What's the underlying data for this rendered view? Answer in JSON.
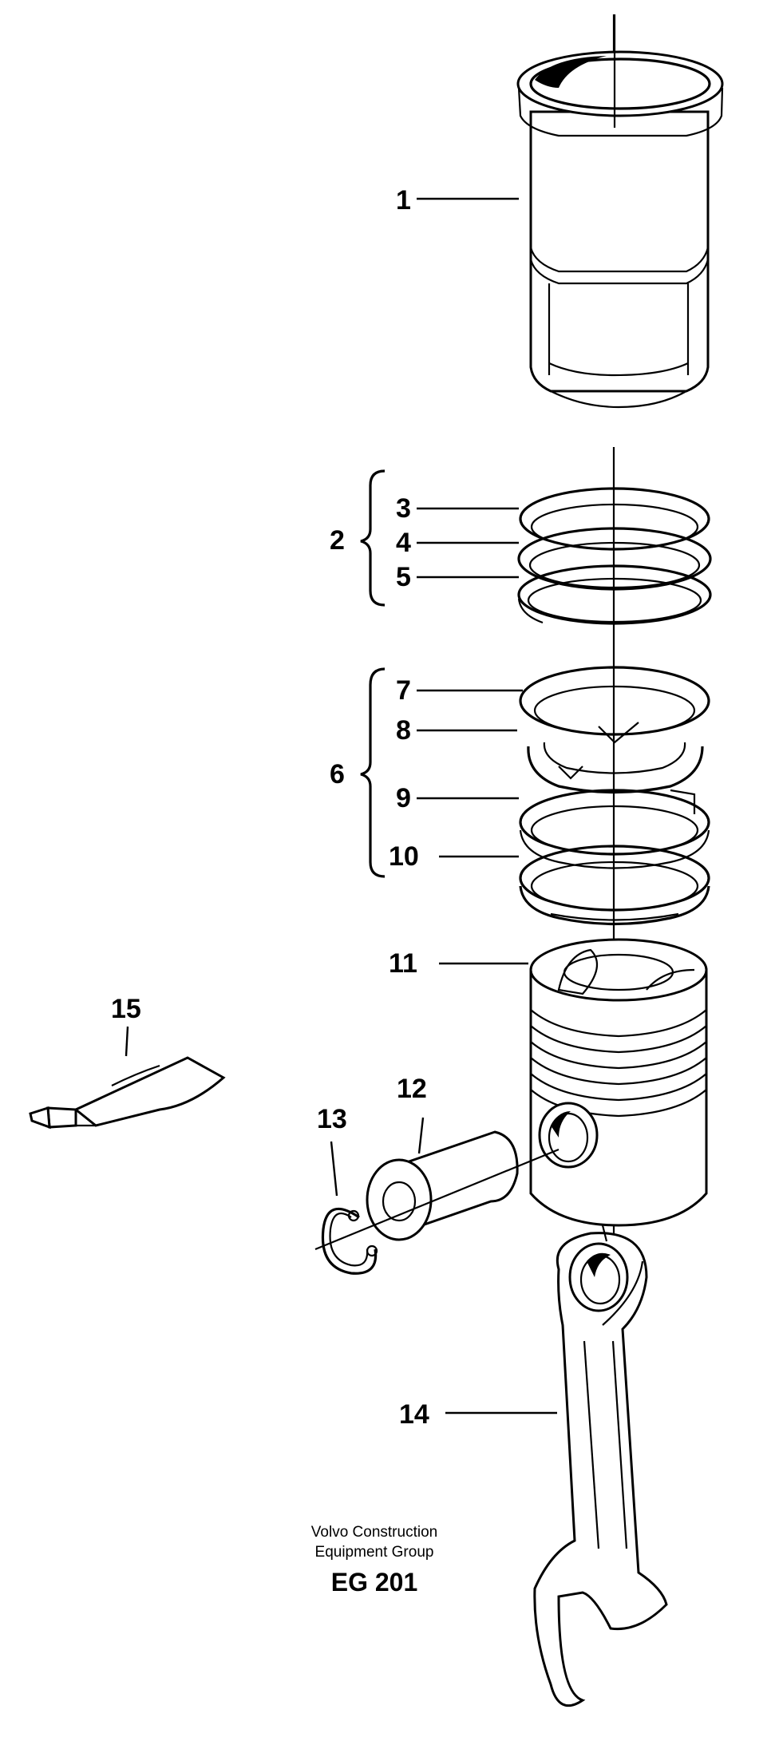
{
  "callouts": {
    "c1": "1",
    "c2": "2",
    "c3": "3",
    "c4": "4",
    "c5": "5",
    "c6": "6",
    "c7": "7",
    "c8": "8",
    "c9": "9",
    "c10": "10",
    "c11": "11",
    "c12": "12",
    "c13": "13",
    "c14": "14",
    "c15": "15"
  },
  "footer": {
    "line1": "Volvo Construction",
    "line2": "Equipment Group",
    "code": "EG 201"
  },
  "parts": {
    "1": "cylinder-liner",
    "2": "piston-ring-set-upper",
    "6": "piston-ring-set-lower",
    "11": "piston",
    "12": "piston-pin",
    "13": "circlip",
    "14": "connecting-rod",
    "15": "sealant-tube"
  }
}
